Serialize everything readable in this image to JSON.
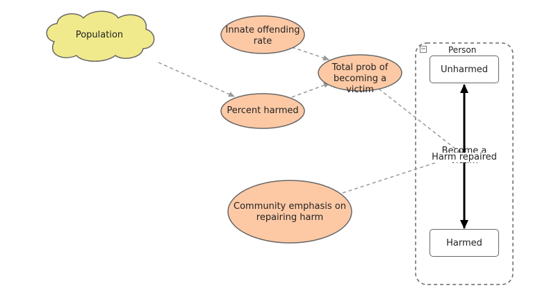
{
  "stock": {
    "label": "Population"
  },
  "variables": {
    "innate_rate": "Innate offending rate",
    "total_prob": "Total prob of becoming a victim",
    "percent_harmed": "Percent harmed",
    "community_emphasis": "Community emphasis on repairing harm"
  },
  "agent": {
    "title": "Person",
    "collapse_symbol": "−",
    "states": {
      "unharmed": "Unharmed",
      "harmed": "Harmed"
    },
    "transitions": {
      "become_victim": "Become a victim",
      "harm_repaired": "Harm repaired"
    }
  },
  "colors": {
    "stock_fill": "#f0ea8c",
    "variable_fill": "#fdc9a5",
    "outline": "#666666",
    "link": "#999999",
    "transition": "#000000"
  }
}
